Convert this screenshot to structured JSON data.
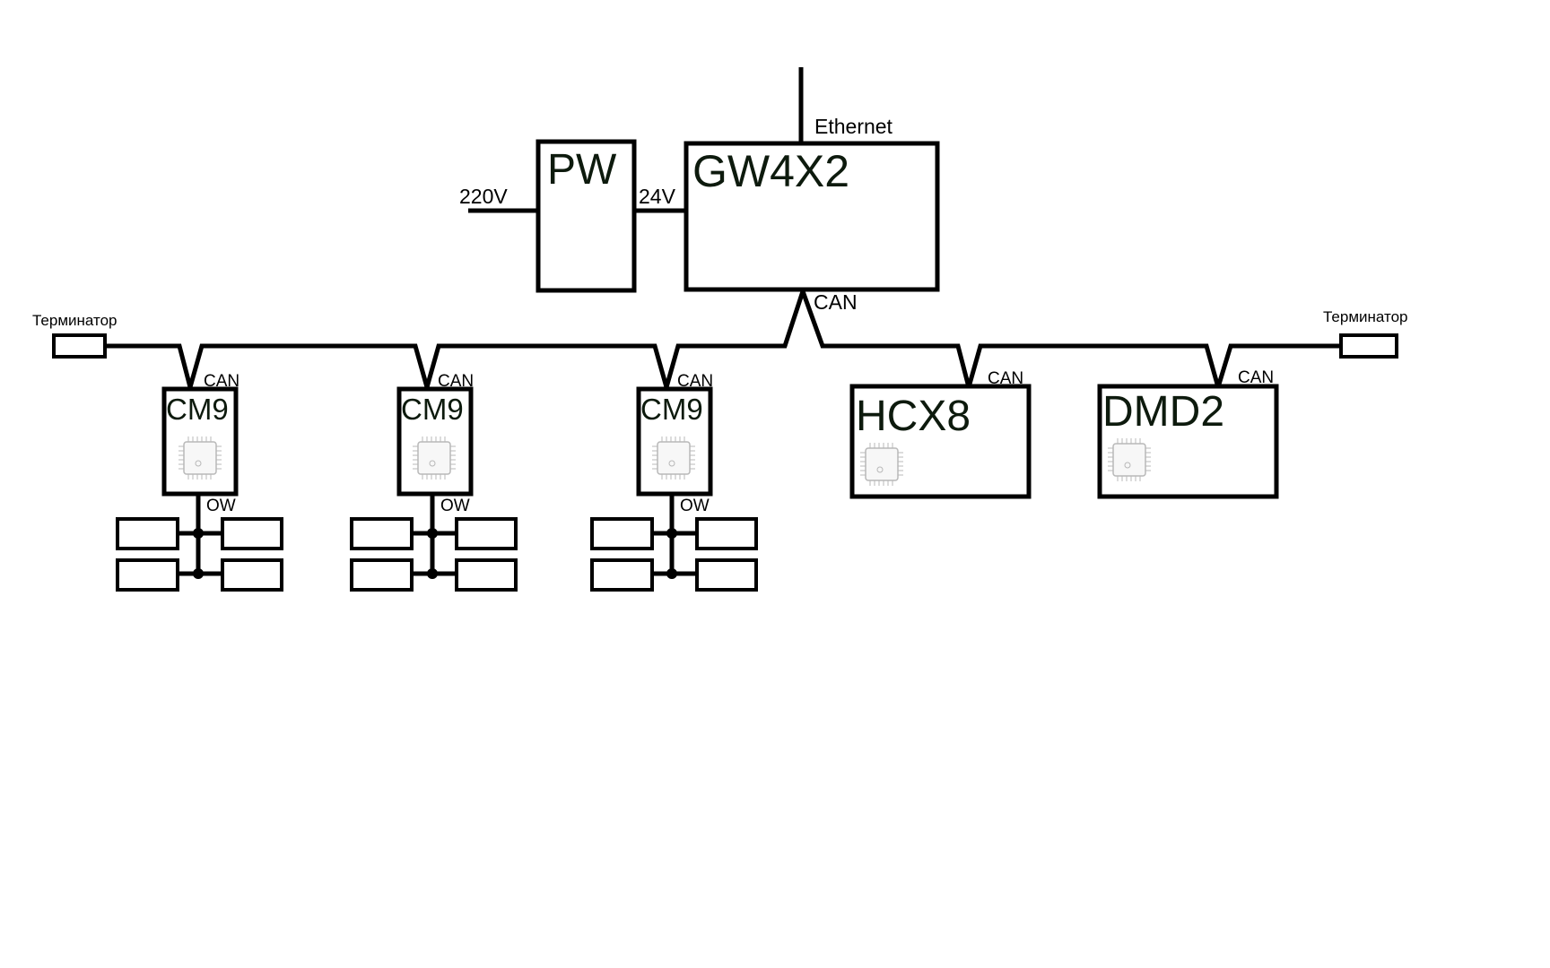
{
  "diagram": {
    "ethernet_label": "Ethernet",
    "power": {
      "title": "PW",
      "input_label": "220V",
      "output_label": "24V"
    },
    "gateway": {
      "title": "GW4X2",
      "bus_label": "CAN"
    },
    "terminators": {
      "left_label": "Терминатор",
      "right_label": "Терминатор"
    },
    "nodes": [
      {
        "title": "CM9",
        "bus_label": "CAN",
        "ow_label": "OW"
      },
      {
        "title": "CM9",
        "bus_label": "CAN",
        "ow_label": "OW"
      },
      {
        "title": "CM9",
        "bus_label": "CAN",
        "ow_label": "OW"
      },
      {
        "title": "HCX8",
        "bus_label": "CAN"
      },
      {
        "title": "DMD2",
        "bus_label": "CAN"
      }
    ]
  }
}
